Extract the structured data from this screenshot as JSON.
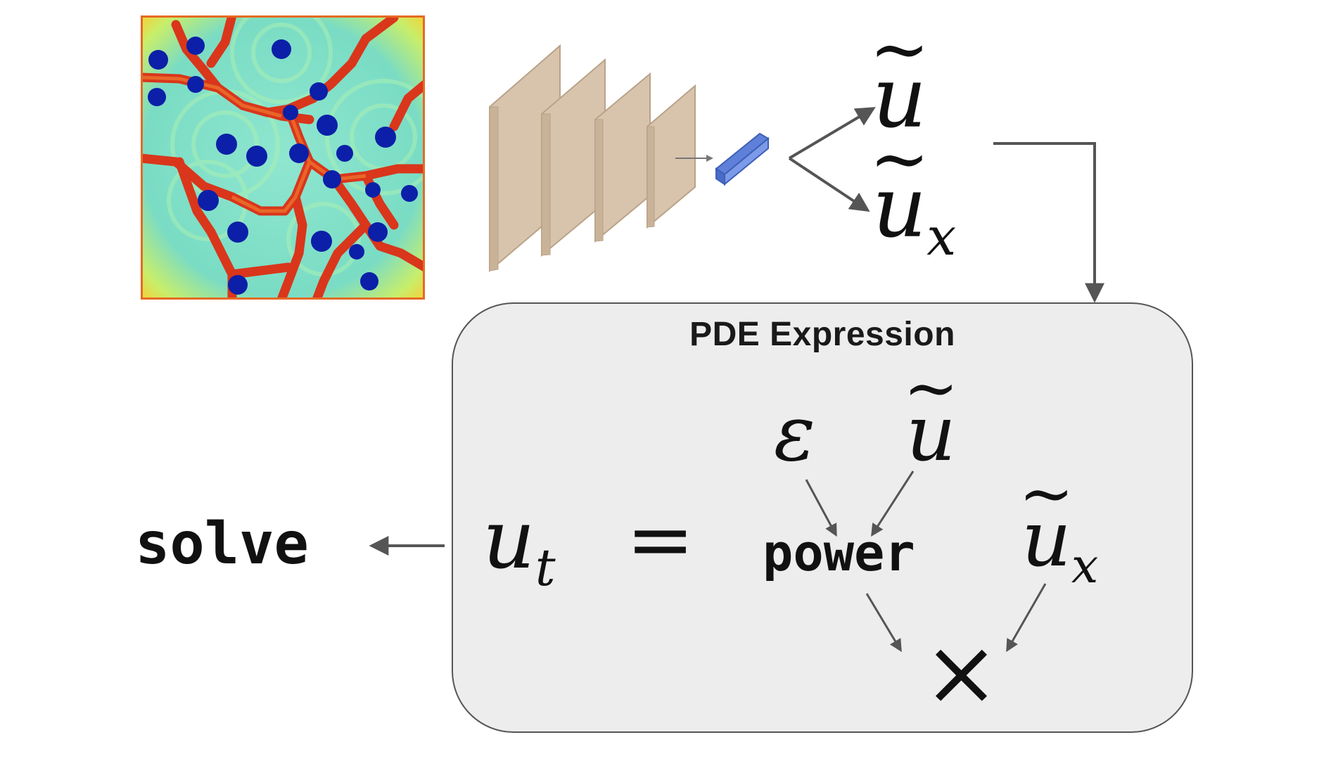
{
  "diagram": {
    "top_outputs": {
      "u_tilde": "u",
      "ux_tilde_base": "u",
      "ux_tilde_sub": "x"
    },
    "pde_box": {
      "title": "PDE Expression",
      "lhs_base": "u",
      "lhs_sub": "t",
      "equals": "=",
      "epsilon": "ε",
      "u_tilde": "u",
      "power": "power",
      "ux_tilde_base": "u",
      "ux_tilde_sub": "x",
      "times": "×"
    },
    "solve_label": "solve"
  },
  "colors": {
    "box_fill": "#ededed",
    "box_border": "#555555",
    "arrow": "#555555",
    "layer_fill": "#d8c4ad",
    "layer_edge": "#b9a288",
    "feature_vector": "#6f8fe0",
    "heatmap_bg": "#7fe2c8",
    "heatmap_wall": "#d9361b",
    "heatmap_spot": "#0b1fa8"
  }
}
